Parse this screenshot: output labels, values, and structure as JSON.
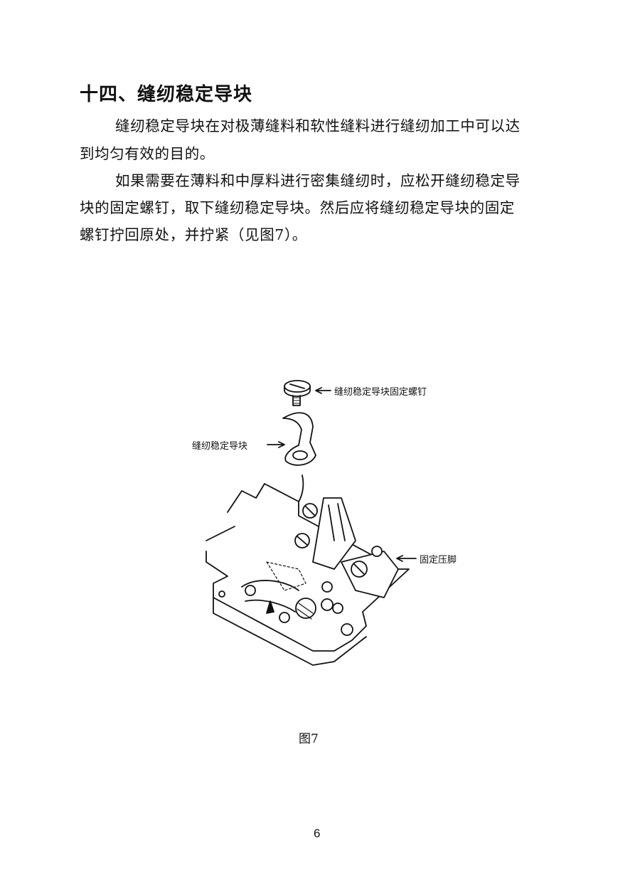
{
  "section_title": "十四、缝纫稳定导块",
  "paragraphs": [
    {
      "lines": [
        "缝纫稳定导块在对极薄缝料和软性缝料进行缝纫加工中可以达",
        "到均匀有效的目的。"
      ]
    },
    {
      "lines": [
        "如果需要在薄料和中厚料进行密集缝纫时，应松开缝纫稳定导",
        "块的固定螺钉，取下缝纫稳定导块。然后应将缝纫稳定导块的固定",
        "螺钉拧回原处，并拧紧（见图7）。"
      ]
    }
  ],
  "figure": {
    "labels": {
      "screw": "缝纫稳定导块固定螺钉",
      "guide": "缝纫稳定导块",
      "presser_foot": "固定压脚"
    },
    "caption": "图7"
  },
  "page_number": "6"
}
